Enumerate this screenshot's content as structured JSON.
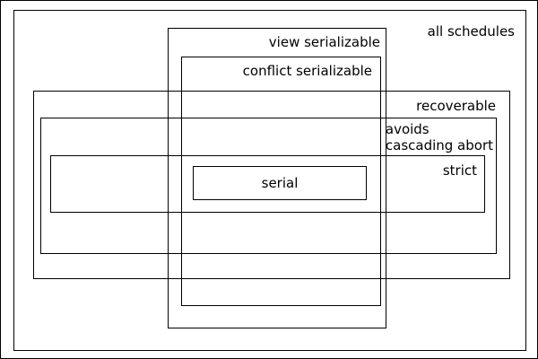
{
  "labels": {
    "all_schedules": "all schedules",
    "view_serializable": "view serializable",
    "conflict_serializable": "conflict serializable",
    "recoverable": "recoverable",
    "avoids_line1": "avoids",
    "avoids_line2": "cascading abort",
    "strict": "strict",
    "serial": "serial"
  }
}
